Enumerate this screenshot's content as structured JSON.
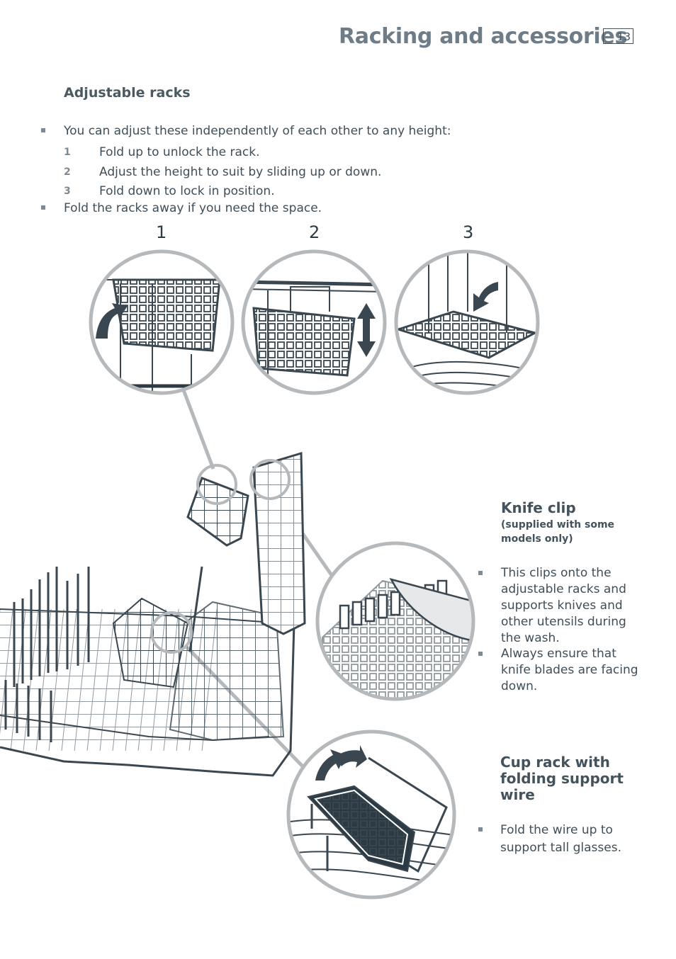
{
  "header": {
    "title": "Racking and accessories",
    "page_number": "13"
  },
  "adjustable": {
    "heading": "Adjustable racks",
    "bullet1": "You can adjust these independently of each other to any height:",
    "steps": [
      {
        "num": "1",
        "text": "Fold up to unlock the rack."
      },
      {
        "num": "2",
        "text": "Adjust the height to suit by sliding up or down."
      },
      {
        "num": "3",
        "text": "Fold down to lock in position."
      }
    ],
    "bullet2": "Fold the racks away if you need the space."
  },
  "figure_labels": [
    "1",
    "2",
    "3"
  ],
  "knife_clip": {
    "heading": "Knife clip",
    "subheading_line1": "(supplied with some",
    "subheading_line2": "models only)",
    "bullet1_lines": [
      "This clips onto the",
      "adjustable racks and",
      "supports knives and",
      "other utensils during",
      "the wash."
    ],
    "bullet2_lines": [
      "Always ensure that",
      "knife blades are facing",
      "down."
    ]
  },
  "cup_rack": {
    "heading_lines": [
      "Cup rack with",
      "folding support",
      "wire"
    ],
    "bullet_lines": [
      "Fold the wire up to",
      "support tall glasses."
    ]
  },
  "colors": {
    "line_art": "#3a4750",
    "circle_ring": "#b5b9bc",
    "accent_text": "#6d7c86"
  }
}
